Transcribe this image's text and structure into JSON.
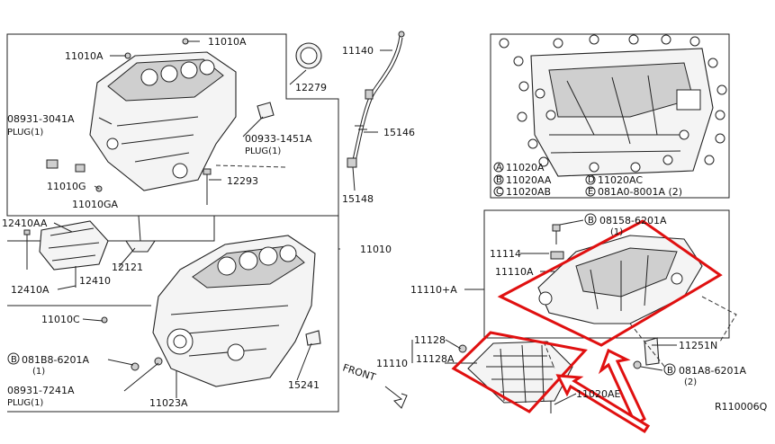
{
  "diagram_code": "R110006Q",
  "front_label": "FRONT",
  "labels": {
    "p11010A_top": "11010A",
    "p11010A_left": "11010A",
    "p12279": "12279",
    "p08931_3041A": "08931-3041A",
    "plug1": "PLUG(1)",
    "p00933_1451A": "00933-1451A",
    "plug2": "PLUG(1)",
    "p11010G": "11010G",
    "p12293": "12293",
    "p11010GA": "11010GA",
    "p12410AA": "12410AA",
    "p12121": "12121",
    "p12410": "12410",
    "p12410A": "12410A",
    "p11140": "11140",
    "p15146": "15146",
    "p15148": "15148",
    "p11010": "11010",
    "p11010C": "11010C",
    "b1_code": "081B8-6201A",
    "b1_qty": "(1)",
    "p08931_7241A": "08931-7241A",
    "plug3": "PLUG(1)",
    "p11023A": "11023A",
    "p15241": "15241",
    "p11110A_plus": "11110+A",
    "p11114": "11114",
    "p11110A": "11110A",
    "b2_code": "08158-6201A",
    "b2_qty": "(1)",
    "p11128": "11128",
    "p11110": "11110",
    "p11128A": "11128A",
    "p11020AE": "11020AE",
    "p11251N": "11251N",
    "b3_code": "081A8-6201A",
    "b3_qty": "(2)"
  },
  "legend": [
    {
      "marker": "A",
      "text": "11020A"
    },
    {
      "marker": "B",
      "text": "11020AA"
    },
    {
      "marker": "C",
      "text": "11020AB"
    },
    {
      "marker": "D",
      "text": "11020AC"
    },
    {
      "marker": "E",
      "text": "081A0-8001A (2)"
    }
  ],
  "circle_marker": "B",
  "highlight_color": "#e01010"
}
